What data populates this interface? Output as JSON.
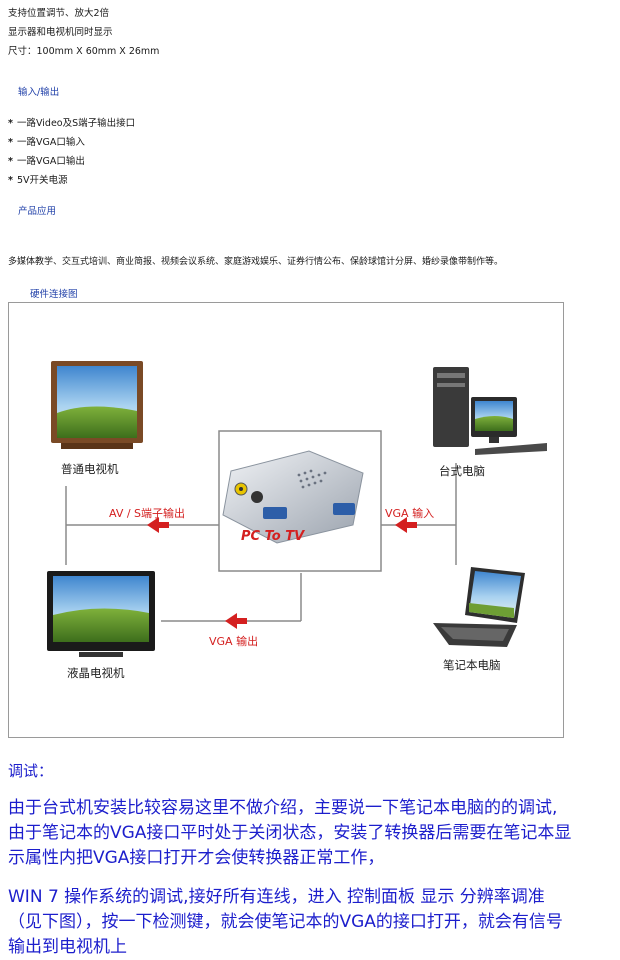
{
  "intro": {
    "line1": "支持位置调节、放大2倍",
    "line2": "显示器和电视机同时显示",
    "line3": "尺寸：100mm X 60mm X 26mm"
  },
  "io": {
    "heading": "输入/输出",
    "items": [
      "一路Video及S端子输出接口",
      "一路VGA口输入",
      "一路VGA口输出",
      "5V开关电源"
    ]
  },
  "apps": {
    "heading": "产品应用",
    "text": "多媒体教学、交互式培训、商业简报、视频会议系统、家庭游戏娱乐、证券行情公布、保龄球馆计分屏、婚纱录像带制作等。"
  },
  "diagram": {
    "heading": "硬件连接图",
    "tv_label": "普通电视机",
    "lcd_label": "液晶电视机",
    "desktop_label": "台式电脑",
    "laptop_label": "笔记本电脑",
    "av_out_label": "AV / S端子输出",
    "vga_in_label": "VGA 输入",
    "vga_out_label": "VGA 输出",
    "device_label": "PC To TV"
  },
  "debug": {
    "title": "调试：",
    "para1": [
      "由于台式机安装比较容易这里不做介绍，主要说一下笔记本电脑的的调试,",
      "由于笔记本的VGA接口平时处于关闭状态，安装了转换器后需要在笔记本显",
      "示属性内把VGA接口打开才会使转换器正常工作，"
    ],
    "para2": [
      "WIN 7 操作系统的调试,接好所有连线，进入 控制面板 显示 分辨率调准",
      "（见下图），按一下检测键，就会使笔记本的VGA的接口打开，就会有信号",
      "输出到电视机上"
    ]
  },
  "colors": {
    "link_blue": "#1f3fa8",
    "body_blue": "#1c1ecc",
    "arrow_red": "#d42020"
  }
}
